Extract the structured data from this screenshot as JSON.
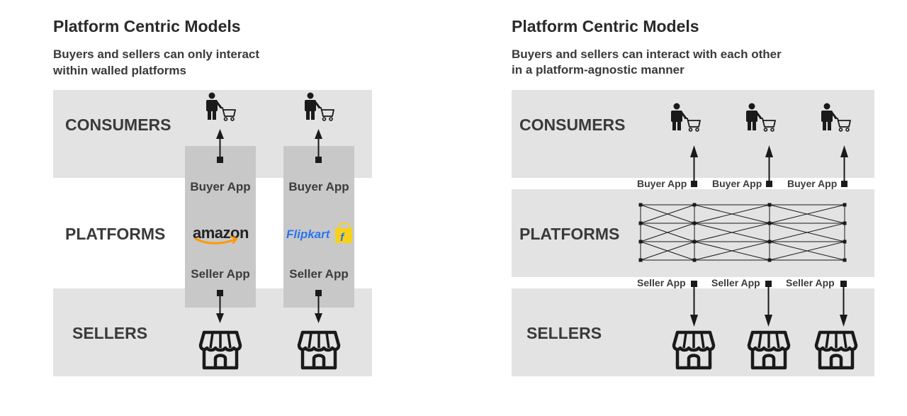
{
  "left_panel": {
    "title": "Platform Centric Models",
    "subtitle_lines": [
      "Buyers and sellers can only interact",
      "within walled platforms"
    ],
    "row_labels": {
      "consumers": "CONSUMERS",
      "platforms": "PLATFORMS",
      "sellers": "SELLERS"
    },
    "platforms": [
      {
        "buyer_app": "Buyer App",
        "brand": "amazon",
        "seller_app": "Seller App"
      },
      {
        "buyer_app": "Buyer App",
        "brand": "Flipkart",
        "seller_app": "Seller App"
      }
    ]
  },
  "right_panel": {
    "title": "Platform Centric Models",
    "subtitle_lines": [
      "Buyers and sellers can  interact with each other",
      "in a platform-agnostic manner"
    ],
    "row_labels": {
      "consumers": "CONSUMERS",
      "platforms": "PLATFORMS",
      "sellers": "SELLERS"
    },
    "buyer_apps": [
      "Buyer App",
      "Buyer App",
      "Buyer App"
    ],
    "seller_apps": [
      "Seller App",
      "Seller App",
      "Seller App"
    ]
  },
  "colors": {
    "band": "#e3e3e3",
    "column": "#c8c8c8",
    "ink": "#1a1a1a",
    "flipkart_blue": "#2874f0",
    "flipkart_yellow": "#f9d11a",
    "amazon_orange": "#ff9900"
  },
  "icons": [
    "shopper-with-cart-icon",
    "storefront-icon",
    "amazon-logo",
    "flipkart-logo"
  ]
}
